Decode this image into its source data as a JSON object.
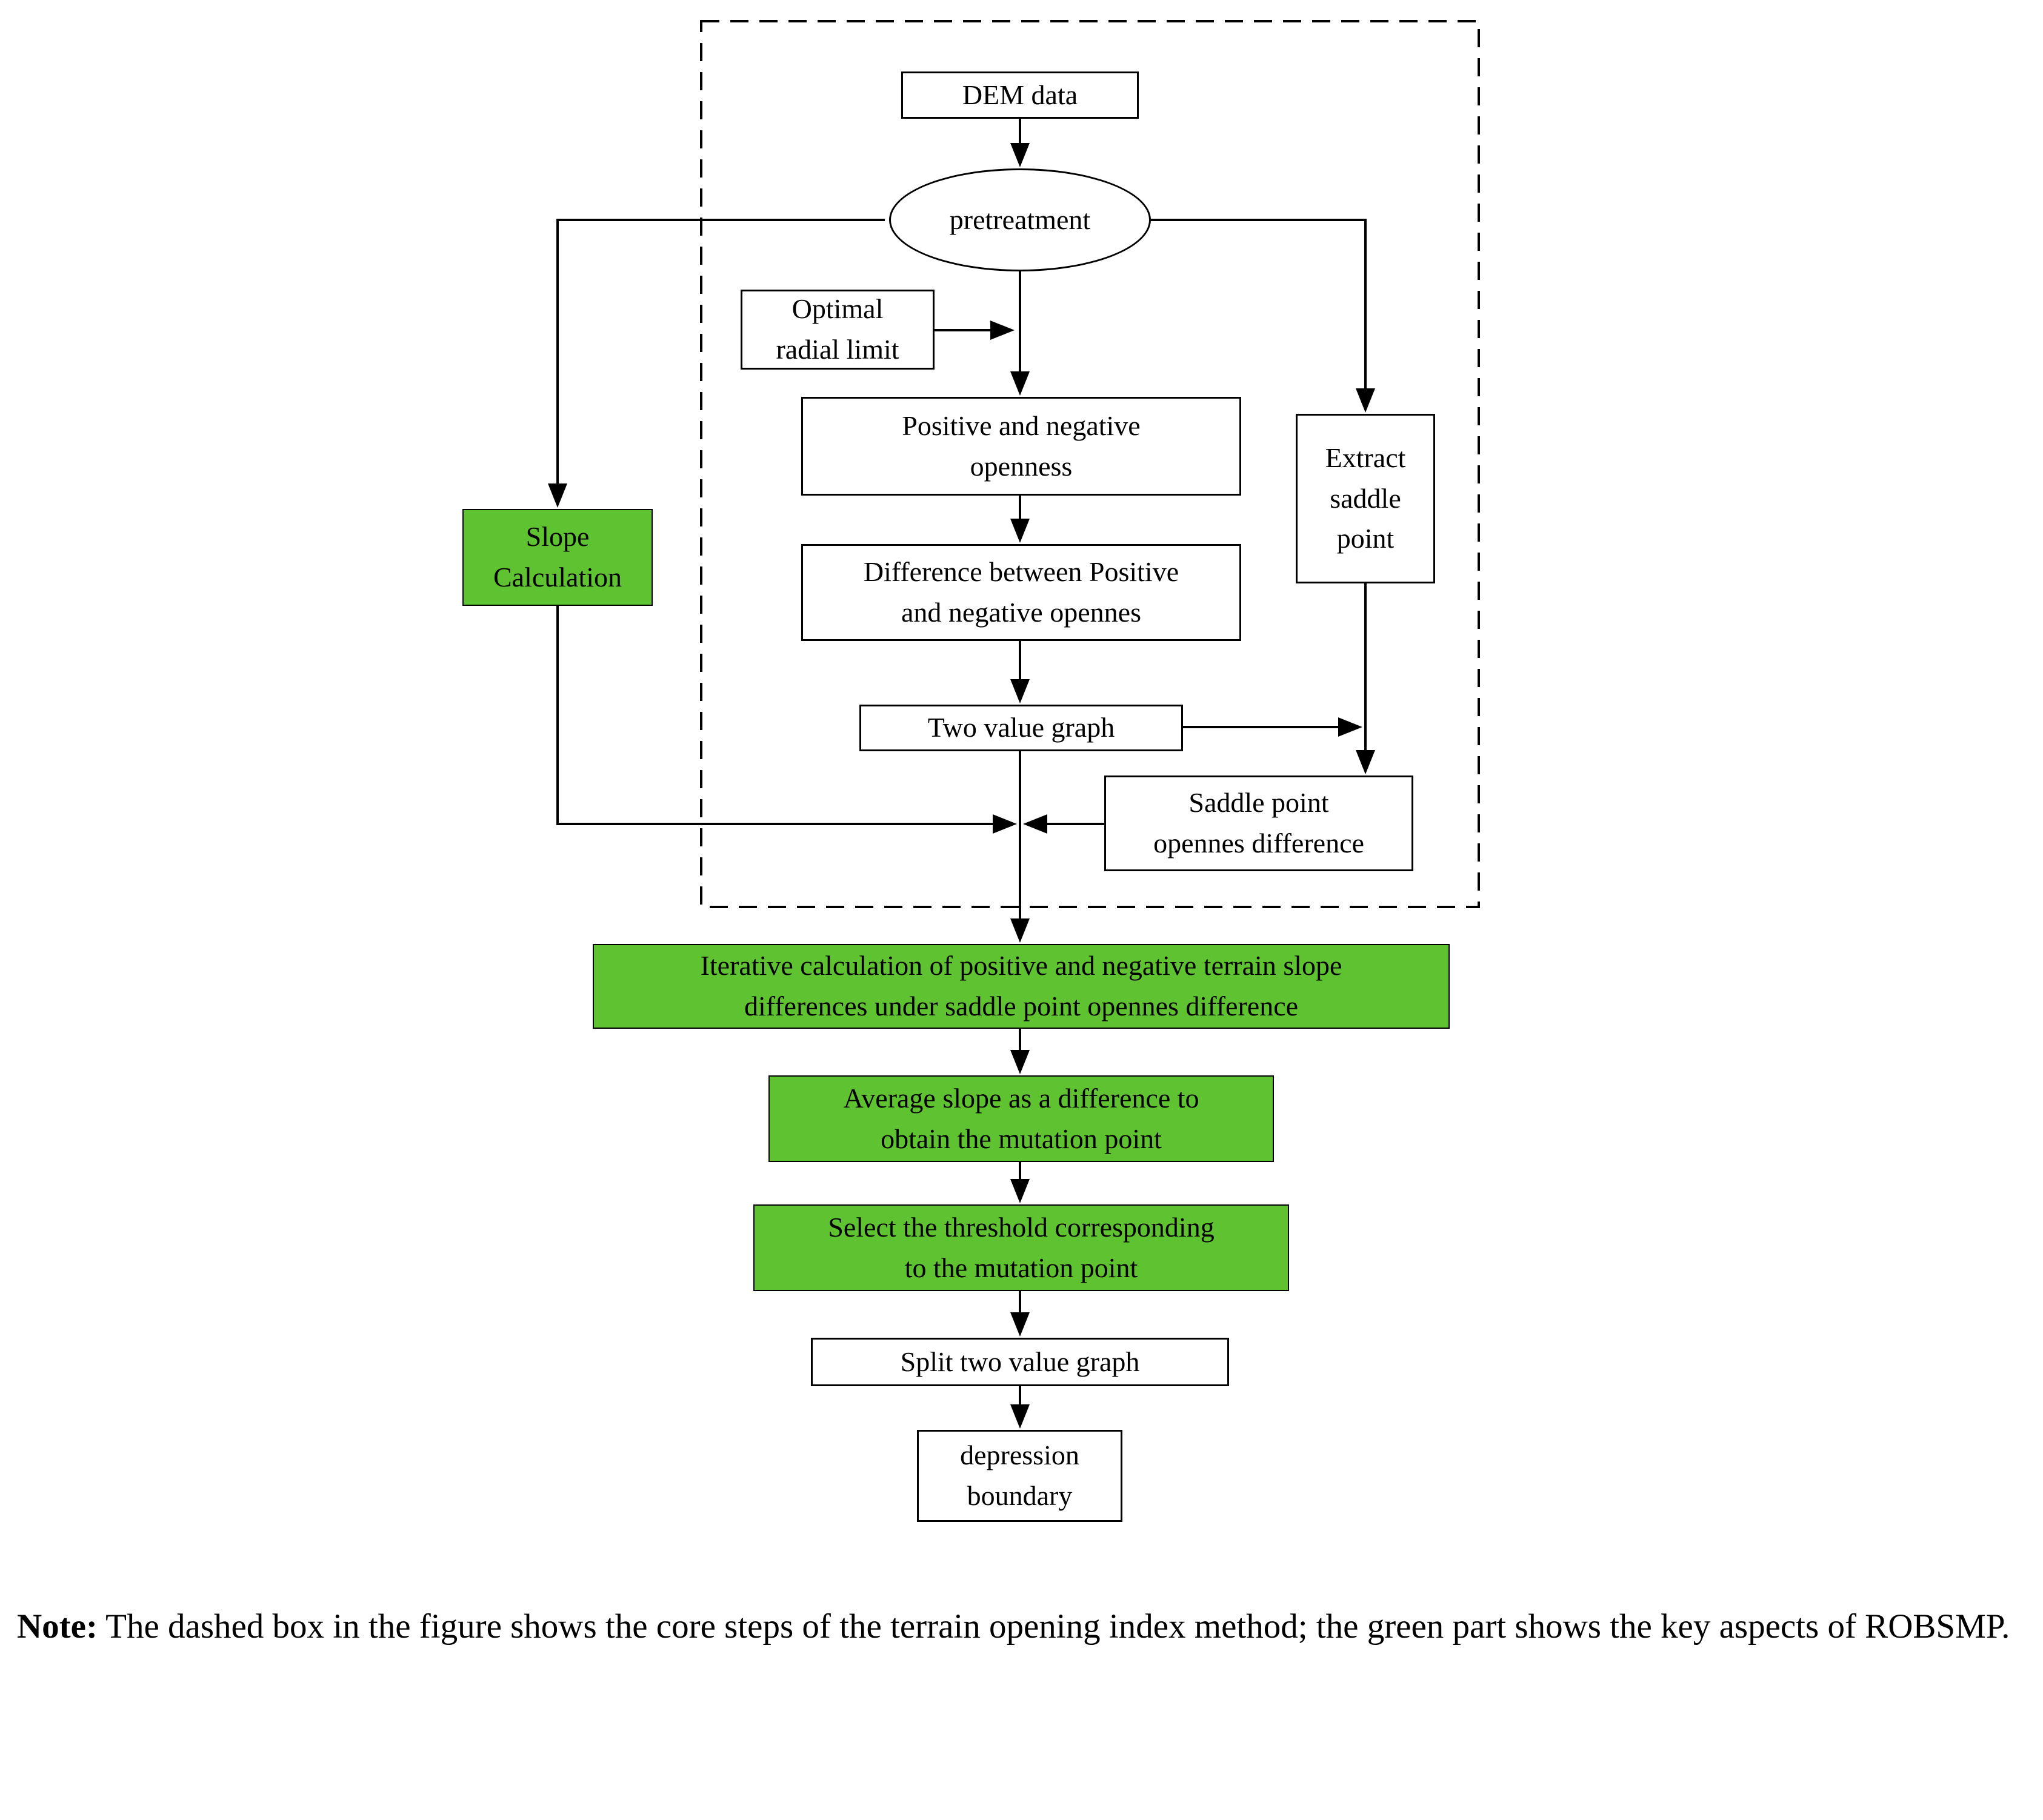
{
  "colors": {
    "highlight_green": "#5ec231",
    "line": "#000000"
  },
  "nodes": {
    "dem_data": {
      "label": "DEM data"
    },
    "pretreatment": {
      "label": "pretreatment"
    },
    "optimal_radial_limit": {
      "label": "Optimal\nradial limit"
    },
    "positive_negative_openness": {
      "label": "Positive and negative\nopenness"
    },
    "extract_saddle_point": {
      "label": "Extract\nsaddle\npoint"
    },
    "slope_calculation": {
      "label": "Slope\nCalculation"
    },
    "difference_openness": {
      "label": "Difference between Positive\nand negative opennes"
    },
    "two_value_graph": {
      "label": "Two value graph"
    },
    "saddle_point_difference": {
      "label": "Saddle point\nopennes difference"
    },
    "iterative_calculation": {
      "label": "Iterative calculation of positive and negative terrain slope\ndifferences under saddle point opennes difference"
    },
    "average_slope": {
      "label": "Average slope as a difference to\nobtain the mutation point"
    },
    "select_threshold": {
      "label": "Select the threshold corresponding\nto the mutation point"
    },
    "split_two_value_graph": {
      "label": "Split two value graph"
    },
    "depression_boundary": {
      "label": "depression\nboundary"
    }
  },
  "note": {
    "label": "Note:",
    "text": " The dashed box in the figure shows the core steps of the terrain opening index method; the green part shows the key aspects of ROBSMP."
  }
}
